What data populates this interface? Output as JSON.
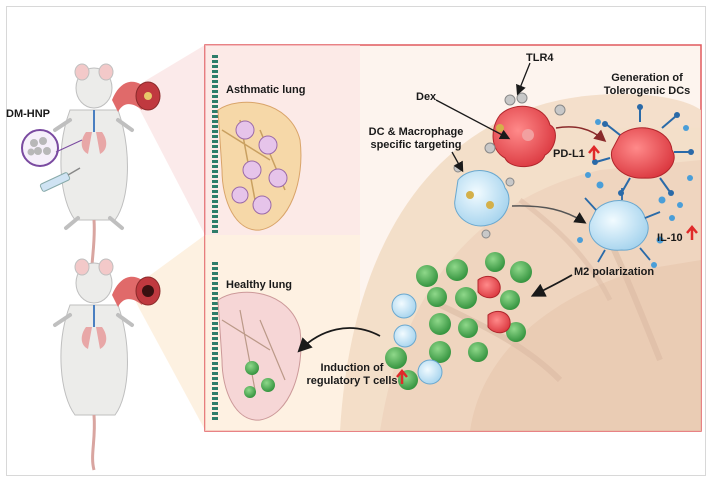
{
  "labels": {
    "dm_hnp": "DM-HNP",
    "asthmatic_lung": "Asthmatic lung",
    "healthy_lung": "Healthy lung",
    "tlr4": "TLR4",
    "dex": "Dex",
    "generation_line1": "Generation of",
    "generation_line2": "Tolerogenic DCs",
    "targeting_line1": "DC & Macrophage",
    "targeting_line2": "specific targeting",
    "pdl1": "PD-L1",
    "il10": "IL-10",
    "m2": "M2 polarization",
    "treg_line1": "Induction of",
    "treg_line2": "regulatory T cells"
  },
  "colors": {
    "border_red": "#e0595d",
    "panel_pink": "#fde8e0",
    "tissue": "#f0dcc8",
    "dc_red": "#e6454b",
    "macrophage_blue": "#cfe8f7",
    "tcell_green": "#4caf50",
    "arrow_up": "#e02a2a"
  }
}
